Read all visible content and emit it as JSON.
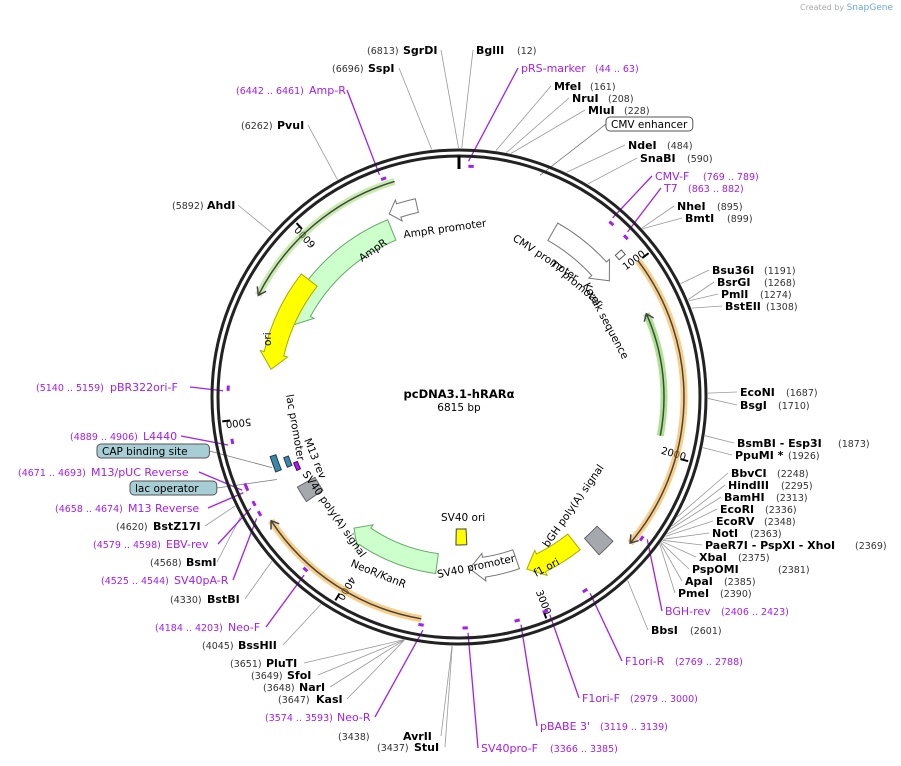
{
  "credit": {
    "prefix": "Created by",
    "brand": "SnapGene"
  },
  "plasmid": {
    "name": "pcDNA3.1-hRARα",
    "length_label": "6815 bp",
    "length": 6815
  },
  "ticks": [
    "1000",
    "2000",
    "3000",
    "4000",
    "5000",
    "6000"
  ],
  "labels": [
    {
      "type": "site",
      "name": "SgrDI",
      "pos": "(6813)"
    },
    {
      "type": "site",
      "name": "BglII",
      "pos": "(12)"
    },
    {
      "type": "primer",
      "name": "pRS-marker",
      "pos": "(44 .. 63)"
    },
    {
      "type": "site",
      "name": "MfeI",
      "pos": "(161)"
    },
    {
      "type": "site",
      "name": "NruI",
      "pos": "(208)"
    },
    {
      "type": "site",
      "name": "MluI",
      "pos": "(228)"
    },
    {
      "type": "site",
      "name": "NdeI",
      "pos": "(484)"
    },
    {
      "type": "site",
      "name": "SnaBI",
      "pos": "(590)"
    },
    {
      "type": "primer",
      "name": "CMV-F",
      "pos": "(769 .. 789)"
    },
    {
      "type": "primer",
      "name": "T7",
      "pos": "(863 .. 882)"
    },
    {
      "type": "site",
      "name": "NheI",
      "pos": "(895)"
    },
    {
      "type": "site",
      "name": "BmtI",
      "pos": "(899)"
    },
    {
      "type": "site",
      "name": "Bsu36I",
      "pos": "(1191)"
    },
    {
      "type": "site",
      "name": "BsrGI",
      "pos": "(1268)"
    },
    {
      "type": "site",
      "name": "PmlI",
      "pos": "(1274)"
    },
    {
      "type": "site",
      "name": "BstEII",
      "pos": "(1308)"
    },
    {
      "type": "site",
      "name": "EcoNI",
      "pos": "(1687)"
    },
    {
      "type": "site",
      "name": "BsgI",
      "pos": "(1710)"
    },
    {
      "type": "site",
      "name": "BsmBI   - Esp3I",
      "pos": "(1873)"
    },
    {
      "type": "site",
      "name": "PpuMI *",
      "pos": "(1926)"
    },
    {
      "type": "site",
      "name": "BbvCI",
      "pos": "(2248)"
    },
    {
      "type": "site",
      "name": "HindIII",
      "pos": "(2295)"
    },
    {
      "type": "site",
      "name": "BamHI",
      "pos": "(2313)"
    },
    {
      "type": "site",
      "name": "EcoRI",
      "pos": "(2336)"
    },
    {
      "type": "site",
      "name": "EcoRV",
      "pos": "(2348)"
    },
    {
      "type": "site",
      "name": "NotI",
      "pos": "(2363)"
    },
    {
      "type": "site",
      "name": "PaeR7I   - PspXI   - XhoI",
      "pos": "(2369)"
    },
    {
      "type": "site",
      "name": "XbaI",
      "pos": "(2375)"
    },
    {
      "type": "site",
      "name": "PspOMI",
      "pos": "(2381)"
    },
    {
      "type": "site",
      "name": "ApaI",
      "pos": "(2385)"
    },
    {
      "type": "site",
      "name": "PmeI",
      "pos": "(2390)"
    },
    {
      "type": "primer",
      "name": "BGH-rev",
      "pos": "(2406 .. 2423)"
    },
    {
      "type": "site",
      "name": "BbsI",
      "pos": "(2601)"
    },
    {
      "type": "primer",
      "name": "F1ori-R",
      "pos": "(2769 .. 2788)"
    },
    {
      "type": "primer",
      "name": "F1ori-F",
      "pos": "(2979 .. 3000)"
    },
    {
      "type": "primer",
      "name": "pBABE 3'",
      "pos": "(3119 .. 3139)"
    },
    {
      "type": "primer",
      "name": "SV40pro-F",
      "pos": "(3366 .. 3385)"
    },
    {
      "type": "site",
      "name": "StuI",
      "pos": "(3437)"
    },
    {
      "type": "site",
      "name": "AvrII",
      "pos": "(3438)"
    },
    {
      "type": "primer",
      "name": "Neo-R",
      "pos": "(3574 .. 3593)"
    },
    {
      "type": "site",
      "name": "KasI",
      "pos": "(3647)"
    },
    {
      "type": "site",
      "name": "NarI",
      "pos": "(3648)"
    },
    {
      "type": "site",
      "name": "SfoI",
      "pos": "(3649)"
    },
    {
      "type": "site",
      "name": "PluTI",
      "pos": "(3651)"
    },
    {
      "type": "site",
      "name": "BssHII",
      "pos": "(4045)"
    },
    {
      "type": "primer",
      "name": "Neo-F",
      "pos": "(4184 .. 4203)"
    },
    {
      "type": "site",
      "name": "BstBI",
      "pos": "(4330)"
    },
    {
      "type": "primer",
      "name": "SV40pA-R",
      "pos": "(4525 .. 4544)"
    },
    {
      "type": "site",
      "name": "BsmI",
      "pos": "(4568)"
    },
    {
      "type": "primer",
      "name": "EBV-rev",
      "pos": "(4579 .. 4598)"
    },
    {
      "type": "site",
      "name": "BstZ17I",
      "pos": "(4620)"
    },
    {
      "type": "primer",
      "name": "M13 Reverse",
      "pos": "(4658 .. 4674)"
    },
    {
      "type": "primer",
      "name": "M13/pUC Reverse",
      "pos": "(4671 .. 4693)"
    },
    {
      "type": "primer",
      "name": "L4440",
      "pos": "(4889 .. 4906)"
    },
    {
      "type": "primer",
      "name": "pBR322ori-F",
      "pos": "(5140 .. 5159)"
    },
    {
      "type": "site",
      "name": "AhdI",
      "pos": "(5892)"
    },
    {
      "type": "site",
      "name": "PvuI",
      "pos": "(6262)"
    },
    {
      "type": "primer",
      "name": "Amp-R",
      "pos": "(6442 .. 6461)"
    },
    {
      "type": "site",
      "name": "SspI",
      "pos": "(6696)"
    }
  ],
  "boxed_features": [
    {
      "name": "CMV enhancer",
      "pos": 380
    },
    {
      "name": "CAP binding site",
      "pos": 4720
    },
    {
      "name": "lac operator",
      "pos": 4650
    }
  ],
  "features": {
    "cmv_promoter": "CMV promoter",
    "t7_promoter": "T7 promoter",
    "kozak": "Kozak sequence",
    "ampr": "AmpR",
    "ampr_promoter": "AmpR promoter",
    "ori": "ori",
    "lac_promoter": "lac promoter",
    "m13_rev": "M13 rev",
    "sv40_polya": "SV40 poly(A) signal",
    "neor": "NeoR/KanR",
    "sv40_promoter": "SV40 promoter",
    "sv40_ori": "SV40 ori",
    "f1_ori": "f1 ori",
    "bgh_polya": "bGH poly(A) signal"
  },
  "colors": {
    "primer": "#a020f0",
    "marker_green": "#ccffcc",
    "orf_orange": "#f5a623",
    "ori_yellow": "#ffff00",
    "polya_gray": "#a5a9ad",
    "box_teal": "#a7cdd5"
  }
}
